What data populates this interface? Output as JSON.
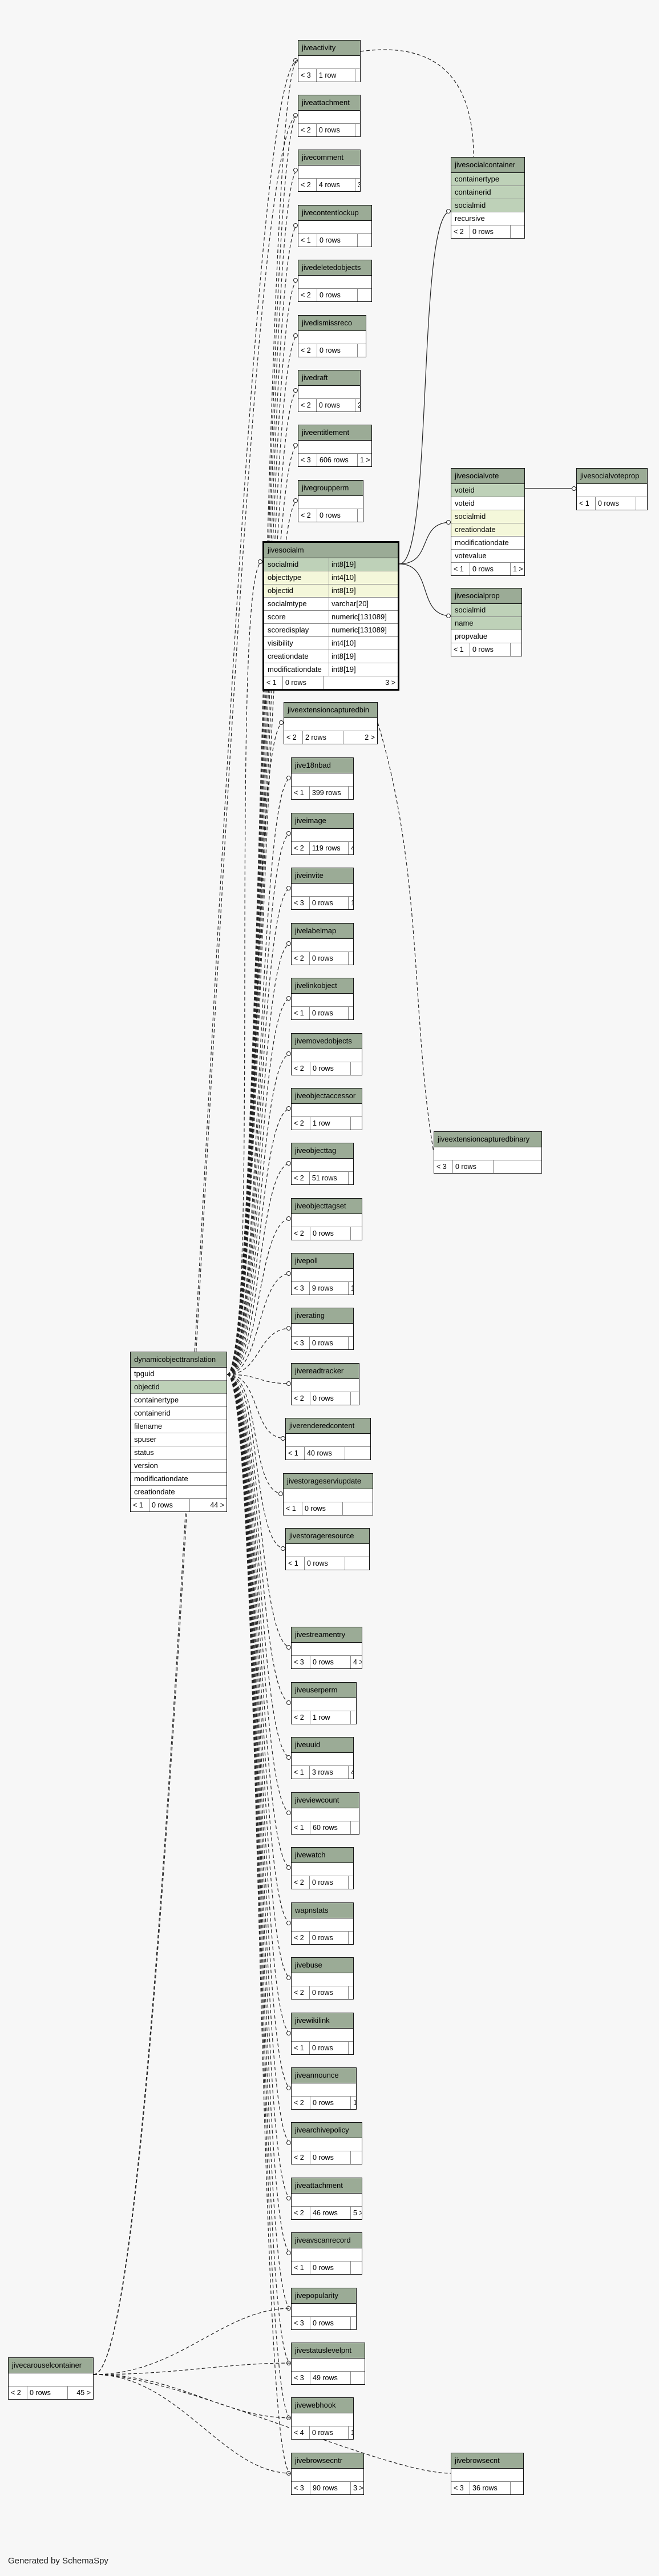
{
  "footer": "Generated by SchemaSpy",
  "tables": [
    {
      "id": "jiveactivity",
      "name": "jiveactivity",
      "footer": [
        "< 3",
        "1 row",
        ""
      ]
    },
    {
      "id": "jiveattachment",
      "name": "jiveattachment",
      "footer": [
        "< 2",
        "0 rows",
        ""
      ]
    },
    {
      "id": "jivecomment",
      "name": "jivecomment",
      "footer": [
        "< 2",
        "4 rows",
        "3 >"
      ]
    },
    {
      "id": "jivecontentlockup",
      "name": "jivecontentlockup",
      "footer": [
        "< 1",
        "0 rows",
        ""
      ]
    },
    {
      "id": "jivedeletedobjects",
      "name": "jivedeletedobjects",
      "footer": [
        "< 2",
        "0 rows",
        ""
      ]
    },
    {
      "id": "jivedismissreco",
      "name": "jivedismissreco",
      "footer": [
        "< 2",
        "0 rows",
        ""
      ]
    },
    {
      "id": "jivedraft",
      "name": "jivedraft",
      "footer": [
        "< 2",
        "0 rows",
        "2 >"
      ]
    },
    {
      "id": "jiveentitlement",
      "name": "jiveentitlement",
      "footer": [
        "< 3",
        "606 rows",
        "1 >"
      ]
    },
    {
      "id": "jivegroupperm",
      "name": "jivegroupperm",
      "footer": [
        "< 2",
        "0 rows",
        ""
      ]
    },
    {
      "id": "jivesocialcontainer",
      "name": "jivesocialcontainer",
      "rows": [
        {
          "c": "containertype",
          "t": "pk"
        },
        {
          "c": "containerid",
          "t": "pk"
        },
        {
          "c": "socialmid",
          "t": "pk"
        },
        {
          "c": "recursive",
          "t": ""
        }
      ],
      "footer": [
        "< 2",
        "0 rows",
        ""
      ]
    },
    {
      "id": "jivesocialvote",
      "name": "jivesocialvote",
      "rows": [
        {
          "c": "voteid",
          "t": "pk"
        },
        {
          "c": "voteid",
          "t": ""
        },
        {
          "c": "socialmid",
          "t": "fk"
        },
        {
          "c": "creationdate",
          "t": "fk"
        },
        {
          "c": "modificationdate",
          "t": ""
        },
        {
          "c": "votevalue",
          "t": ""
        }
      ],
      "footer": [
        "< 1",
        "0 rows",
        "1 >"
      ]
    },
    {
      "id": "jivesocialvoteprop",
      "name": "jivesocialvoteprop",
      "footer": [
        "< 1",
        "0 rows",
        ""
      ]
    },
    {
      "id": "jivesocialprop",
      "name": "jivesocialprop",
      "rows": [
        {
          "c": "socialmid",
          "t": "pk"
        },
        {
          "c": "name",
          "t": "pk"
        },
        {
          "c": "propvalue",
          "t": ""
        }
      ],
      "footer": [
        "< 1",
        "0 rows",
        ""
      ]
    },
    {
      "id": "jivesocialm",
      "name": "jivesocialm",
      "rows": [
        {
          "c": "socialmid",
          "t": "pk",
          "ty": "int8[19]"
        },
        {
          "c": "objecttype",
          "t": "fk",
          "ty": "int4[10]"
        },
        {
          "c": "objectid",
          "t": "fk",
          "ty": "int8[19]"
        },
        {
          "c": "socialmtype",
          "t": "",
          "ty": "varchar[20]"
        },
        {
          "c": "score",
          "t": "",
          "ty": "numeric[131089]"
        },
        {
          "c": "scoredisplay",
          "t": "",
          "ty": "numeric[131089]"
        },
        {
          "c": "visibility",
          "t": "",
          "ty": "int4[10]"
        },
        {
          "c": "creationdate",
          "t": "",
          "ty": "int8[19]"
        },
        {
          "c": "modificationdate",
          "t": "",
          "ty": "int8[19]"
        }
      ],
      "footer": [
        "< 1",
        "0 rows",
        "3 >"
      ]
    },
    {
      "id": "jiveextensioncapturedbin",
      "name": "jiveextensioncapturedbin",
      "footer": [
        "< 2",
        "2 rows",
        "2 >"
      ]
    },
    {
      "id": "jive18nbad",
      "name": "jive18nbad",
      "footer": [
        "< 1",
        "399 rows",
        ""
      ]
    },
    {
      "id": "jiveimage",
      "name": "jiveimage",
      "footer": [
        "< 2",
        "119 rows",
        "4 >"
      ]
    },
    {
      "id": "jiveinvite",
      "name": "jiveinvite",
      "footer": [
        "< 3",
        "0 rows",
        "1 >"
      ]
    },
    {
      "id": "jivelabelmap",
      "name": "jivelabelmap",
      "footer": [
        "< 2",
        "0 rows",
        ""
      ]
    },
    {
      "id": "jivelinkobject",
      "name": "jivelinkobject",
      "footer": [
        "< 1",
        "0 rows",
        ""
      ]
    },
    {
      "id": "jivemovedobjects",
      "name": "jivemovedobjects",
      "footer": [
        "< 2",
        "0 rows",
        ""
      ]
    },
    {
      "id": "jiveobjectaccessor",
      "name": "jiveobjectaccessor",
      "footer": [
        "< 2",
        "1 row",
        ""
      ]
    },
    {
      "id": "jiveobjecttag",
      "name": "jiveobjecttag",
      "footer": [
        "< 2",
        "51 rows",
        ""
      ]
    },
    {
      "id": "jiveobjecttagset",
      "name": "jiveobjecttagset",
      "footer": [
        "< 2",
        "0 rows",
        ""
      ]
    },
    {
      "id": "jivepoll",
      "name": "jivepoll",
      "footer": [
        "< 3",
        "9 rows",
        "1 >"
      ]
    },
    {
      "id": "jiverating",
      "name": "jiverating",
      "footer": [
        "< 3",
        "0 rows",
        ""
      ]
    },
    {
      "id": "jivereadtracker",
      "name": "jivereadtracker",
      "footer": [
        "< 2",
        "0 rows",
        ""
      ]
    },
    {
      "id": "jiverenderedcontent",
      "name": "jiverenderedcontent",
      "footer": [
        "< 1",
        "40 rows",
        ""
      ]
    },
    {
      "id": "jivestorageserviupdate",
      "name": "jivestorageserviupdate",
      "footer": [
        "< 1",
        "0 rows",
        ""
      ]
    },
    {
      "id": "jivestorageresource",
      "name": "jivestorageresource",
      "footer": [
        "< 1",
        "0 rows",
        ""
      ]
    },
    {
      "id": "jiveextensioncapturedbinary",
      "name": "jiveextensioncapturedbinary",
      "footer": [
        "< 3",
        "0 rows",
        ""
      ]
    },
    {
      "id": "dynamicobjecttranslation",
      "name": "dynamicobjecttranslation",
      "rows": [
        {
          "c": "tpguid",
          "t": ""
        },
        {
          "c": "objectid",
          "t": "pk"
        },
        {
          "c": "containertype",
          "t": ""
        },
        {
          "c": "containerid",
          "t": ""
        },
        {
          "c": "filename",
          "t": ""
        },
        {
          "c": "spuser",
          "t": ""
        },
        {
          "c": "status",
          "t": ""
        },
        {
          "c": "version",
          "t": ""
        },
        {
          "c": "modificationdate",
          "t": ""
        },
        {
          "c": "creationdate",
          "t": ""
        }
      ],
      "footer": [
        "< 1",
        "0 rows",
        "44 >"
      ]
    },
    {
      "id": "jivestreamentry",
      "name": "jivestreamentry",
      "footer": [
        "< 3",
        "0 rows",
        "4 >"
      ]
    },
    {
      "id": "jiveuserperm",
      "name": "jiveuserperm",
      "footer": [
        "< 2",
        "1 row",
        ""
      ]
    },
    {
      "id": "jiveuuid",
      "name": "jiveuuid",
      "footer": [
        "< 1",
        "3 rows",
        "4 >"
      ]
    },
    {
      "id": "jiveviewcount",
      "name": "jiveviewcount",
      "footer": [
        "< 1",
        "60 rows",
        ""
      ]
    },
    {
      "id": "jivewatch",
      "name": "jivewatch",
      "footer": [
        "< 2",
        "0 rows",
        ""
      ]
    },
    {
      "id": "wapnstats",
      "name": "wapnstats",
      "footer": [
        "< 2",
        "0 rows",
        ""
      ]
    },
    {
      "id": "jivebuse",
      "name": "jivebuse",
      "footer": [
        "< 2",
        "0 rows",
        ""
      ]
    },
    {
      "id": "jivewikilink",
      "name": "jivewikilink",
      "footer": [
        "< 1",
        "0 rows",
        ""
      ]
    },
    {
      "id": "jiveannounce",
      "name": "jiveannounce",
      "footer": [
        "< 2",
        "0 rows",
        "1 >"
      ]
    },
    {
      "id": "jivearchivepolicy",
      "name": "jivearchivepolicy",
      "footer": [
        "< 2",
        "0 rows",
        ""
      ]
    },
    {
      "id": "jiveattachment2",
      "name": "jiveattachment",
      "footer": [
        "< 2",
        "46 rows",
        "5 >"
      ]
    },
    {
      "id": "jiveavscanrecord",
      "name": "jiveavscanrecord",
      "footer": [
        "< 1",
        "0 rows",
        ""
      ]
    },
    {
      "id": "jivepopularity",
      "name": "jivepopularity",
      "footer": [
        "< 3",
        "0 rows",
        ""
      ]
    },
    {
      "id": "jivestatuslevelpnt",
      "name": "jivestatuslevelpnt",
      "footer": [
        "< 3",
        "49 rows",
        ""
      ]
    },
    {
      "id": "jivewebhook",
      "name": "jivewebhook",
      "footer": [
        "< 4",
        "0 rows",
        "1 >"
      ]
    },
    {
      "id": "jivebrowsecntr",
      "name": "jivebrowsecntr",
      "footer": [
        "< 3",
        "90 rows",
        "3 >"
      ]
    },
    {
      "id": "jivebrowsecnt",
      "name": "jivebrowsecnt",
      "footer": [
        "< 3",
        "36 rows",
        ""
      ]
    },
    {
      "id": "jivecarouselcontainer",
      "name": "jivecarouselcontainer",
      "footer": [
        "< 2",
        "0 rows",
        "45 >"
      ]
    }
  ]
}
